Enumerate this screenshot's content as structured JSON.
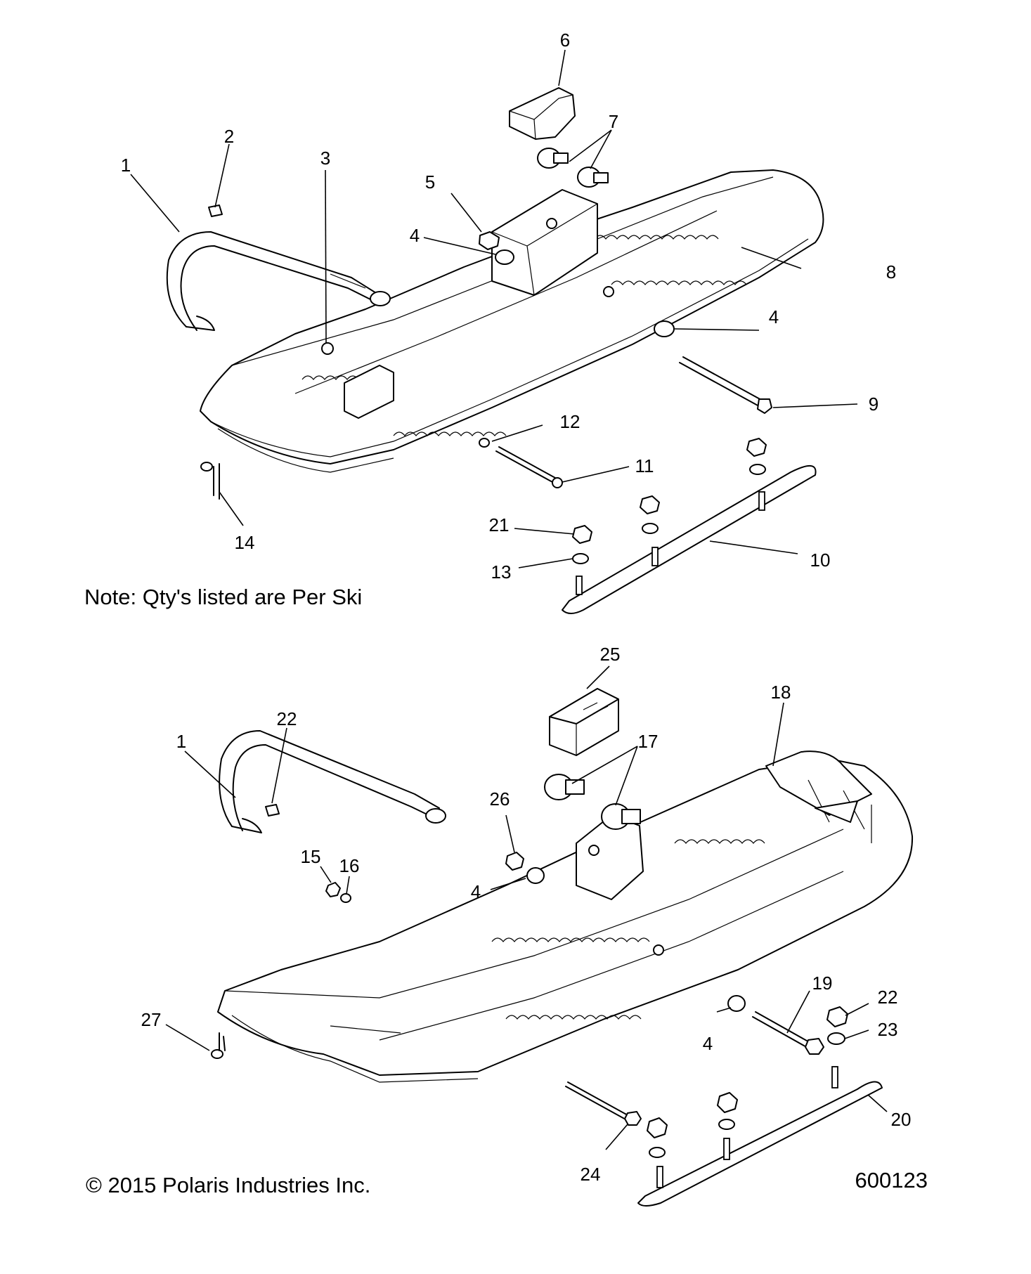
{
  "note_text": "Note: Qty's listed are Per Ski",
  "copyright_text": "© 2015 Polaris Industries Inc.",
  "drawing_number": "600123",
  "callouts": {
    "c1": "1",
    "c2": "2",
    "c3": "3",
    "c4a": "4",
    "c5": "5",
    "c6": "6",
    "c7": "7",
    "c8": "8",
    "c4b": "4",
    "c9": "9",
    "c12": "12",
    "c11": "11",
    "c14": "14",
    "c21": "21",
    "c13": "13",
    "c10": "10",
    "c25": "25",
    "c18": "18",
    "c1b": "1",
    "c22a": "22",
    "c17": "17",
    "c26": "26",
    "c4c": "4",
    "c15": "15",
    "c16": "16",
    "c27": "27",
    "c19": "19",
    "c22b": "22",
    "c23": "23",
    "c4d": "4",
    "c20": "20",
    "c24": "24"
  }
}
